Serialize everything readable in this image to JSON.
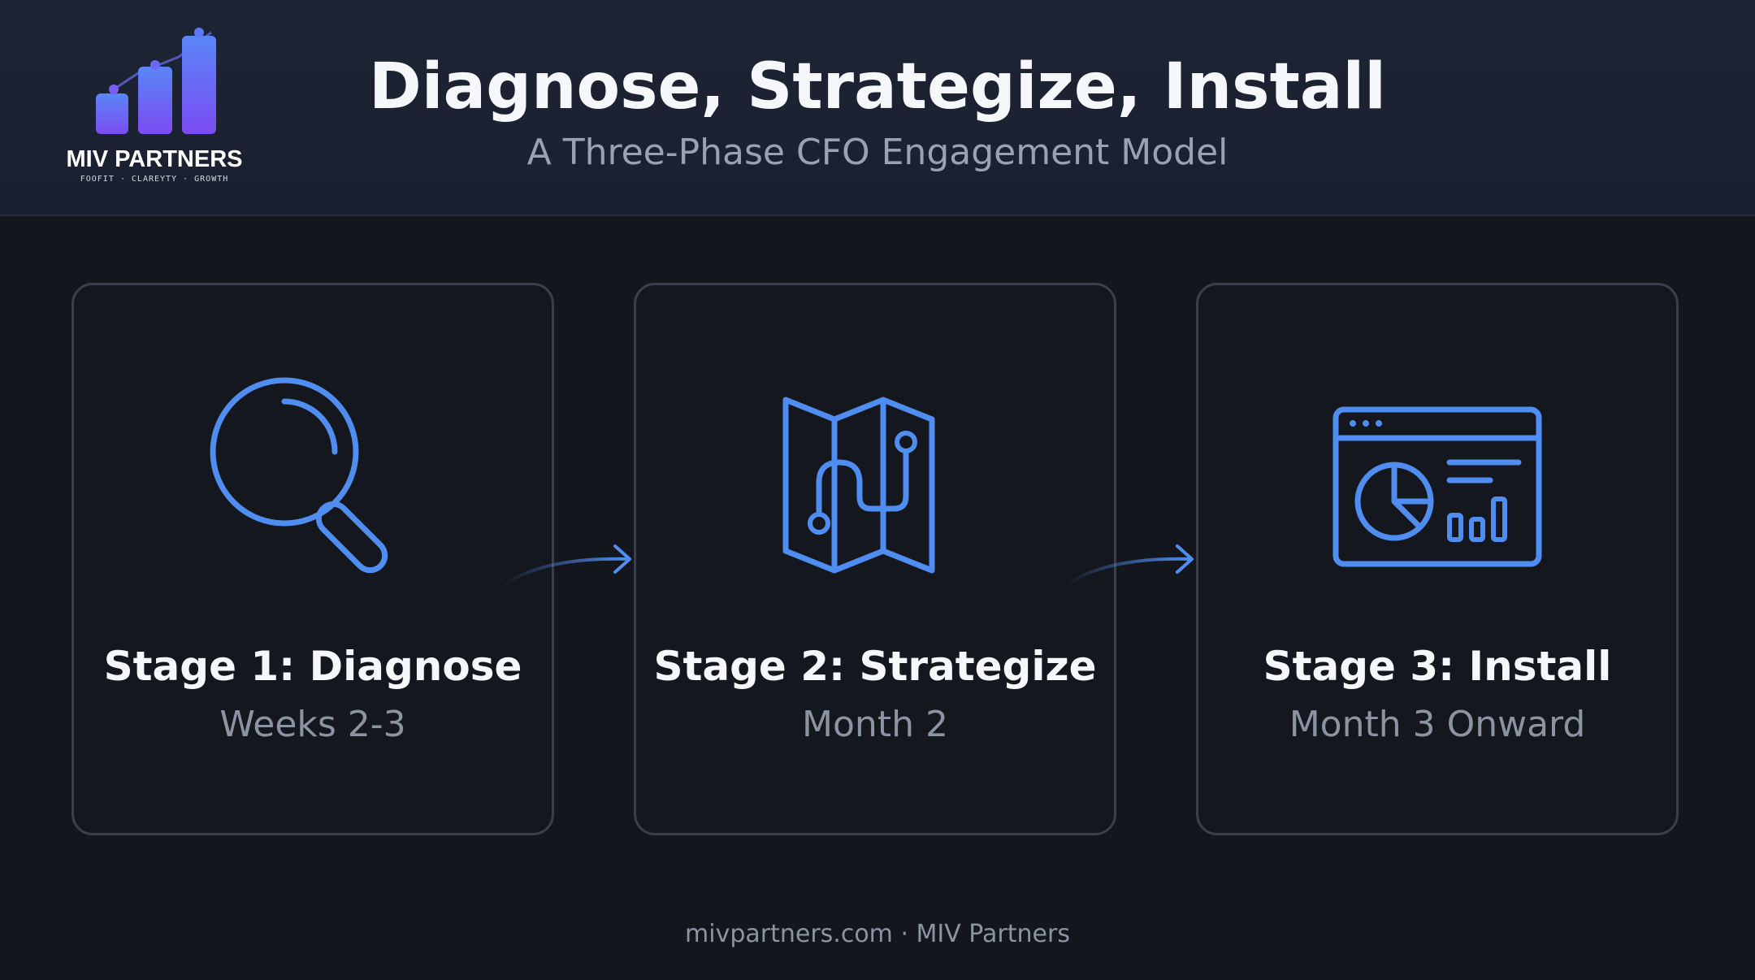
{
  "header": {
    "title": "Diagnose, Strategize, Install",
    "subtitle": "A Three-Phase CFO Engagement Model",
    "logo": {
      "name": "MIV PARTNERS",
      "tagline": "FOOFIT · CLAREYTY · GROWTH",
      "icon": "bar-chart-growth-logo",
      "colors": [
        "#7b5cf5",
        "#5b78f6"
      ]
    }
  },
  "stages": [
    {
      "title": "Stage 1: Diagnose",
      "timeline": "Weeks 2-3",
      "icon": "magnifying-glass-icon"
    },
    {
      "title": "Stage 2: Strategize",
      "timeline": "Month 2",
      "icon": "map-route-icon"
    },
    {
      "title": "Stage 3: Install",
      "timeline": "Month 3 Onward",
      "icon": "dashboard-chart-icon"
    }
  ],
  "footer": "mivpartners.com · MIV Partners",
  "colors": {
    "accent": "#4f8ef0",
    "background": "#14161d",
    "header_bg": "#1d2433",
    "card_border": "#3a3f4b"
  }
}
